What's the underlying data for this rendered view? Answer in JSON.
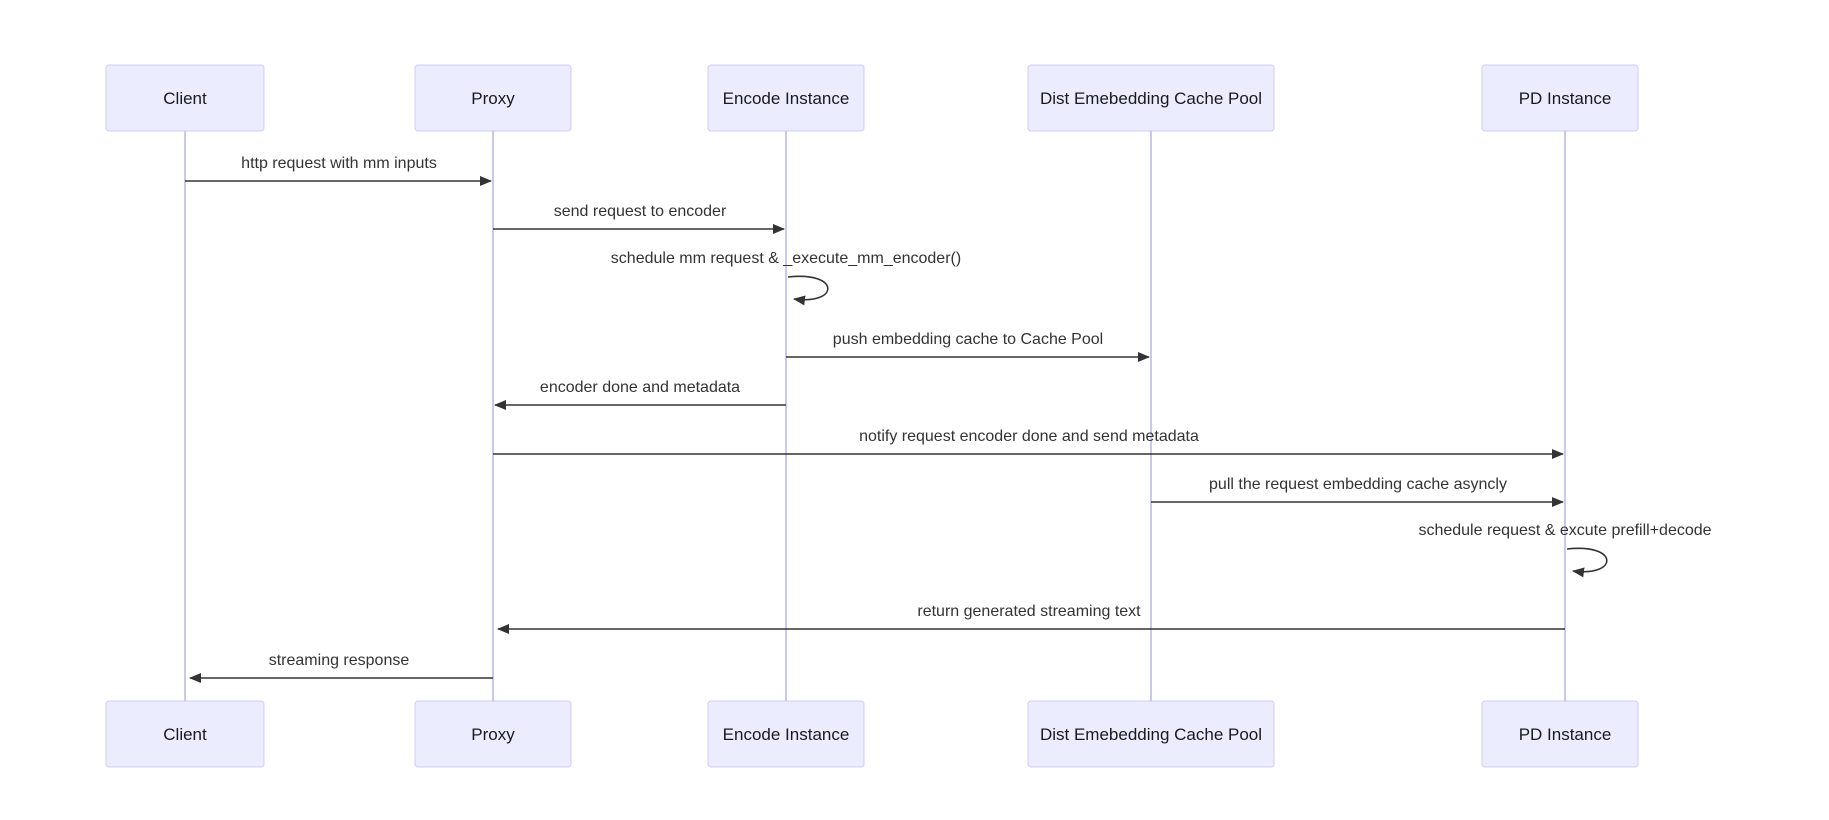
{
  "diagram": {
    "type": "sequence-diagram",
    "actors": [
      {
        "name": "Client"
      },
      {
        "name": "Proxy"
      },
      {
        "name": "Encode Instance"
      },
      {
        "name": "Dist Emebedding Cache Pool"
      },
      {
        "name": "PD Instance"
      }
    ],
    "messages": [
      {
        "from": "Client",
        "to": "Proxy",
        "label": "http request with mm inputs",
        "style": "solid-arrow"
      },
      {
        "from": "Proxy",
        "to": "Encode Instance",
        "label": "send request to encoder",
        "style": "solid-arrow"
      },
      {
        "from": "Encode Instance",
        "to": "Encode Instance",
        "label": "schedule mm request & _execute_mm_encoder()",
        "style": "self-loop"
      },
      {
        "from": "Encode Instance",
        "to": "Dist Emebedding Cache Pool",
        "label": "push embedding cache to Cache Pool",
        "style": "solid-arrow"
      },
      {
        "from": "Encode Instance",
        "to": "Proxy",
        "label": "encoder done and metadata",
        "style": "solid-arrow"
      },
      {
        "from": "Proxy",
        "to": "PD Instance",
        "label": "notify request encoder done and send metadata",
        "style": "solid-arrow"
      },
      {
        "from": "Dist Emebedding Cache Pool",
        "to": "PD Instance",
        "label": "pull the request embedding cache asyncly",
        "style": "solid-arrow"
      },
      {
        "from": "PD Instance",
        "to": "PD Instance",
        "label": "schedule request & excute prefill+decode",
        "style": "self-loop"
      },
      {
        "from": "PD Instance",
        "to": "Proxy",
        "label": "return generated streaming text",
        "style": "solid-arrow"
      },
      {
        "from": "Proxy",
        "to": "Client",
        "label": "streaming response",
        "style": "solid-arrow"
      }
    ],
    "colors": {
      "actor_fill": "#ECECFF",
      "actor_border": "#CCCCFF",
      "lifeline": "#C9C9EC",
      "message_line": "#333333",
      "text": "#333333",
      "background": "#FFFFFF"
    }
  }
}
